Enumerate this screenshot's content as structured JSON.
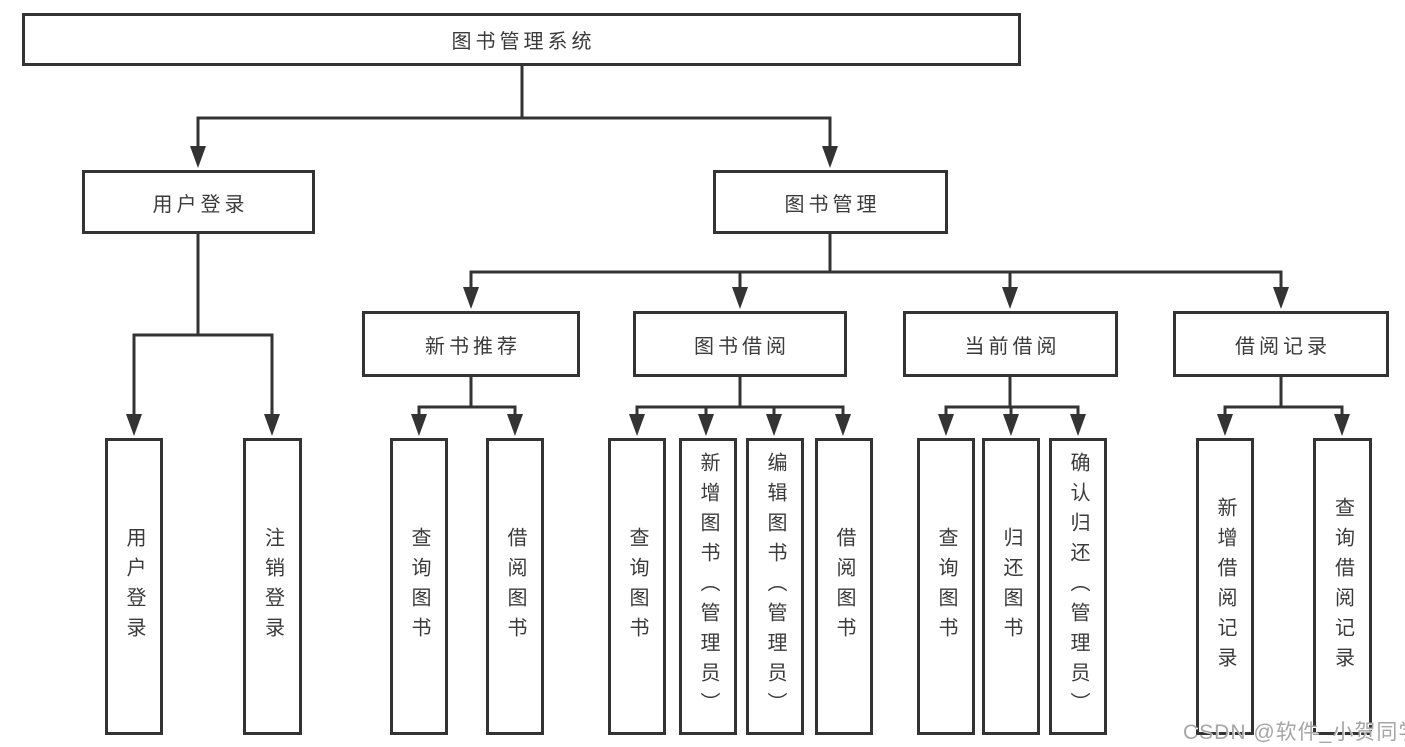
{
  "diagram": {
    "root": {
      "label": "图书管理系统"
    },
    "branches": [
      {
        "label": "用户登录",
        "children": [
          {
            "label": "用户登录"
          },
          {
            "label": "注销登录"
          }
        ]
      },
      {
        "label": "图书管理",
        "children": [
          {
            "label": "新书推荐",
            "children": [
              {
                "label": "查询图书"
              },
              {
                "label": "借阅图书"
              }
            ]
          },
          {
            "label": "图书借阅",
            "children": [
              {
                "label": "查询图书"
              },
              {
                "label": "新增图书（管理员）"
              },
              {
                "label": "编辑图书（管理员）"
              },
              {
                "label": "借阅图书"
              }
            ]
          },
          {
            "label": "当前借阅",
            "children": [
              {
                "label": "查询图书"
              },
              {
                "label": "归还图书"
              },
              {
                "label": "确认归还（管理员）"
              }
            ]
          },
          {
            "label": "借阅记录",
            "children": [
              {
                "label": "新增借阅记录"
              },
              {
                "label": "查询借阅记录"
              }
            ]
          }
        ]
      }
    ]
  },
  "watermark": {
    "text": "CSDN @软件_小贺同学"
  },
  "colors": {
    "line": "#333333",
    "text": "#3b3b3b",
    "box_background": "#ffffff",
    "watermark": "#a6a6a6"
  }
}
